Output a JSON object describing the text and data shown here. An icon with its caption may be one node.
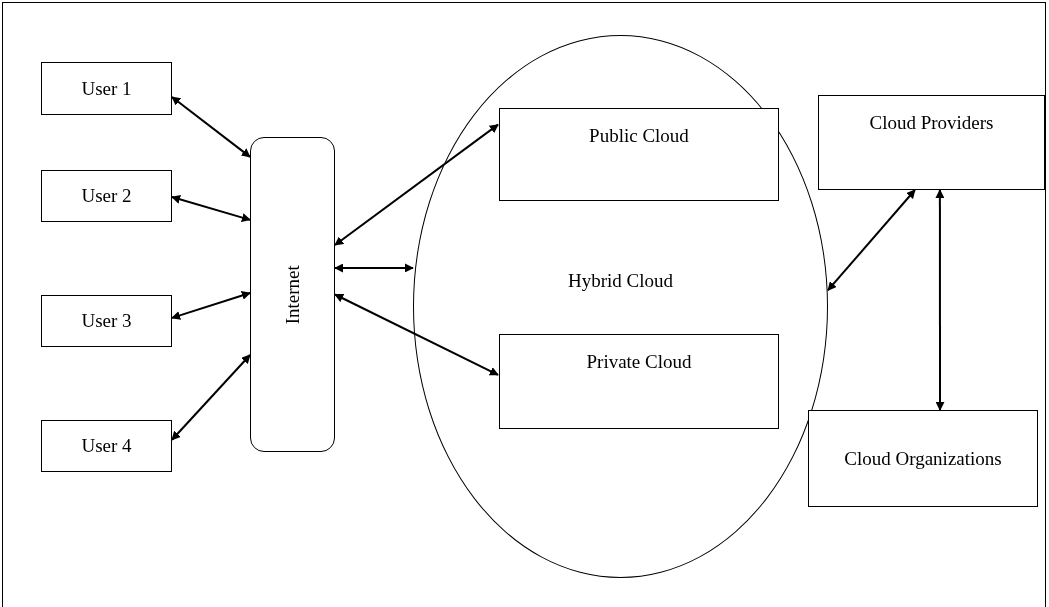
{
  "diagram": {
    "nodes": [
      {
        "text": [
          "User 1"
        ]
      },
      {
        "text": [
          "User 2"
        ]
      },
      {
        "text": [
          "User 3"
        ]
      },
      {
        "text": [
          "User 4"
        ]
      },
      {
        "text": [
          "Internet"
        ]
      },
      {
        "text": [
          "Hybrid Cloud"
        ]
      },
      {
        "text": [
          "Public Cloud"
        ],
        "in": 5
      },
      {
        "text": [
          "Private Cloud"
        ],
        "in": 5
      },
      {
        "text": [
          "Cloud Providers"
        ]
      },
      {
        "text": [
          "Cloud Organizations"
        ]
      }
    ],
    "edges": [
      {
        "from": 0,
        "to": 4,
        "arrow": "both"
      },
      {
        "from": 1,
        "to": 4,
        "arrow": "both"
      },
      {
        "from": 2,
        "to": 4,
        "arrow": "both"
      },
      {
        "from": 3,
        "to": 4,
        "arrow": "both"
      },
      {
        "from": 4,
        "to": 6,
        "arrow": "both"
      },
      {
        "from": 4,
        "to": 5,
        "arrow": "both"
      },
      {
        "from": 4,
        "to": 7,
        "arrow": "both"
      },
      {
        "from": 5,
        "to": 8,
        "arrow": "both"
      },
      {
        "from": 8,
        "to": 9,
        "arrow": "both"
      }
    ]
  }
}
